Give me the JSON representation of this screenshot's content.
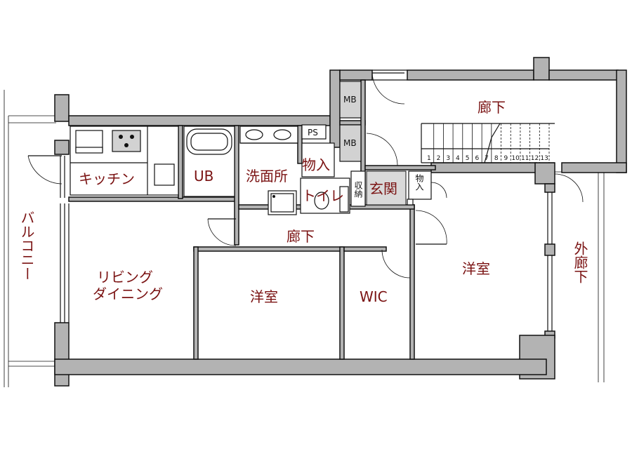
{
  "plan": {
    "rooms": {
      "kitchen": "キッチン",
      "ub": "UB",
      "washroom": "洗面所",
      "storage_upper": "物入",
      "toilet": "トイレ",
      "storage_vertical": "収納",
      "entrance": "玄関",
      "storage_entrance": "物入",
      "hallway_inner": "廊下",
      "hallway_top": "廊下",
      "living_line1": "リビング",
      "living_line2": "ダイニング",
      "western_room_center": "洋室",
      "wic": "WIC",
      "western_room_right": "洋室",
      "balcony": "バルコニー",
      "outer_corridor": "外廊下"
    },
    "fixtures": {
      "mb_top": "MB",
      "mb_bottom": "MB",
      "ps": "PS"
    },
    "stair_steps": [
      "1",
      "2",
      "3",
      "4",
      "5",
      "6",
      "7",
      "8",
      "9",
      "10",
      "11",
      "12",
      "13"
    ]
  }
}
